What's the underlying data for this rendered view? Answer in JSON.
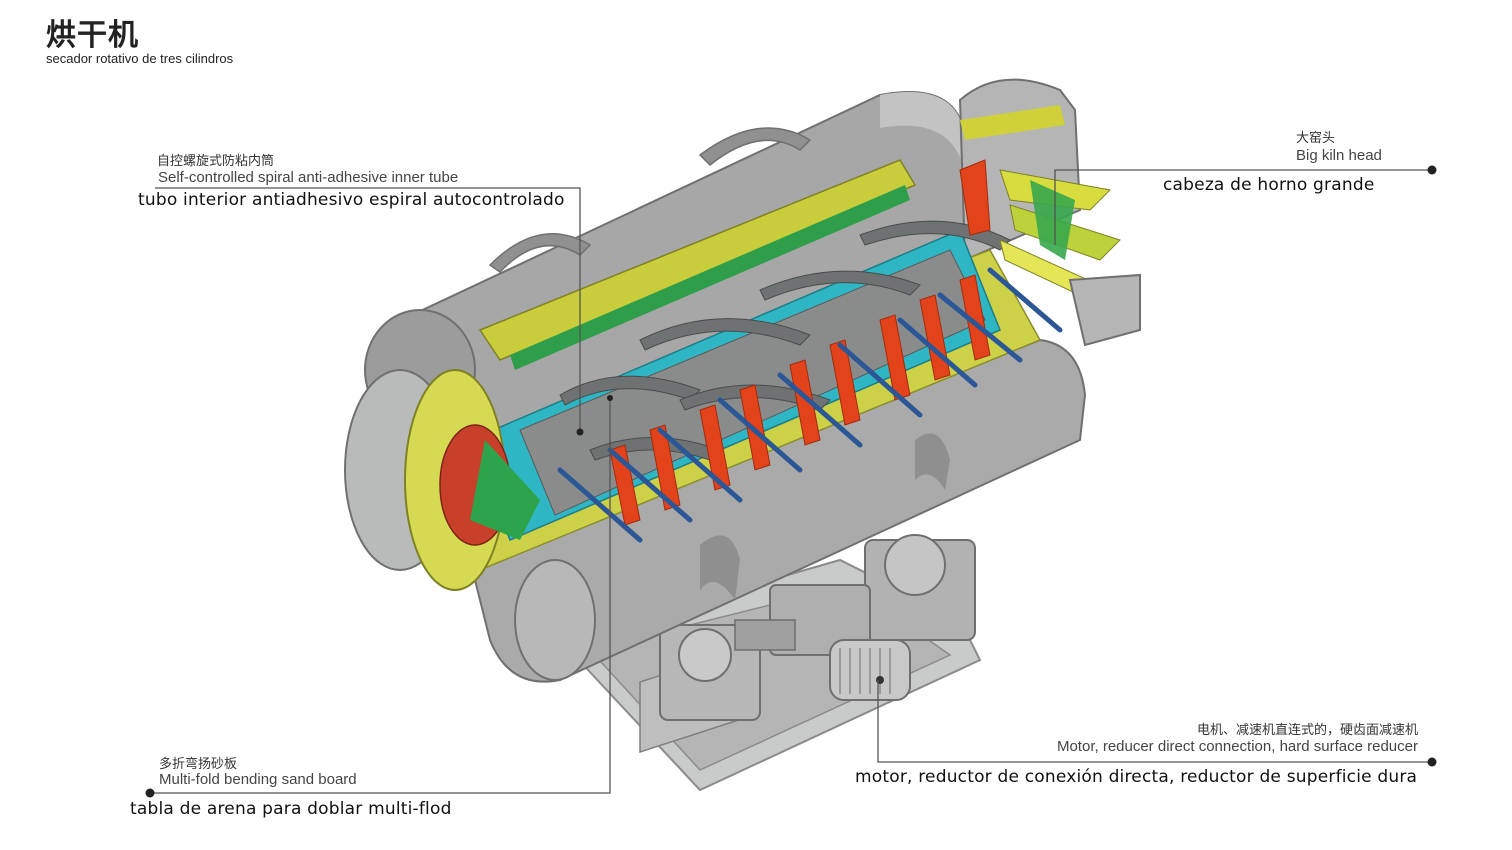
{
  "title": {
    "zh": "烘干机",
    "es": "secador rotativo de tres cilindros"
  },
  "labels": {
    "inner_tube": {
      "zh": "自控螺旋式防粘内筒",
      "en": "Self-controlled spiral anti-adhesive inner tube",
      "es": "tubo interior antiadhesivo espiral autocontrolado"
    },
    "kiln_head": {
      "zh": "大窑头",
      "en": "Big kiln head",
      "es": "cabeza de horno grande"
    },
    "sand_board": {
      "zh": "多折弯扬砂板",
      "en": "Multi-fold bending sand board",
      "es": "tabla de arena para doblar multi-flod"
    },
    "motor": {
      "zh": "电机、减速机直连式的，硬齿面减速机",
      "en": "Motor, reducer direct connection, hard surface reducer",
      "es": "motor, reductor de conexión directa, reductor de superficie dura"
    }
  },
  "colors": {
    "shell_gray": "#a9aaa9",
    "shell_dark": "#7d7e7d",
    "liner_yellow": "#cfd34a",
    "inner_cyan": "#2eb8c6",
    "flight_red": "#e2421b",
    "green": "#2aa64a",
    "blade_blue": "#2f5a9a",
    "leader_line": "#555555"
  }
}
